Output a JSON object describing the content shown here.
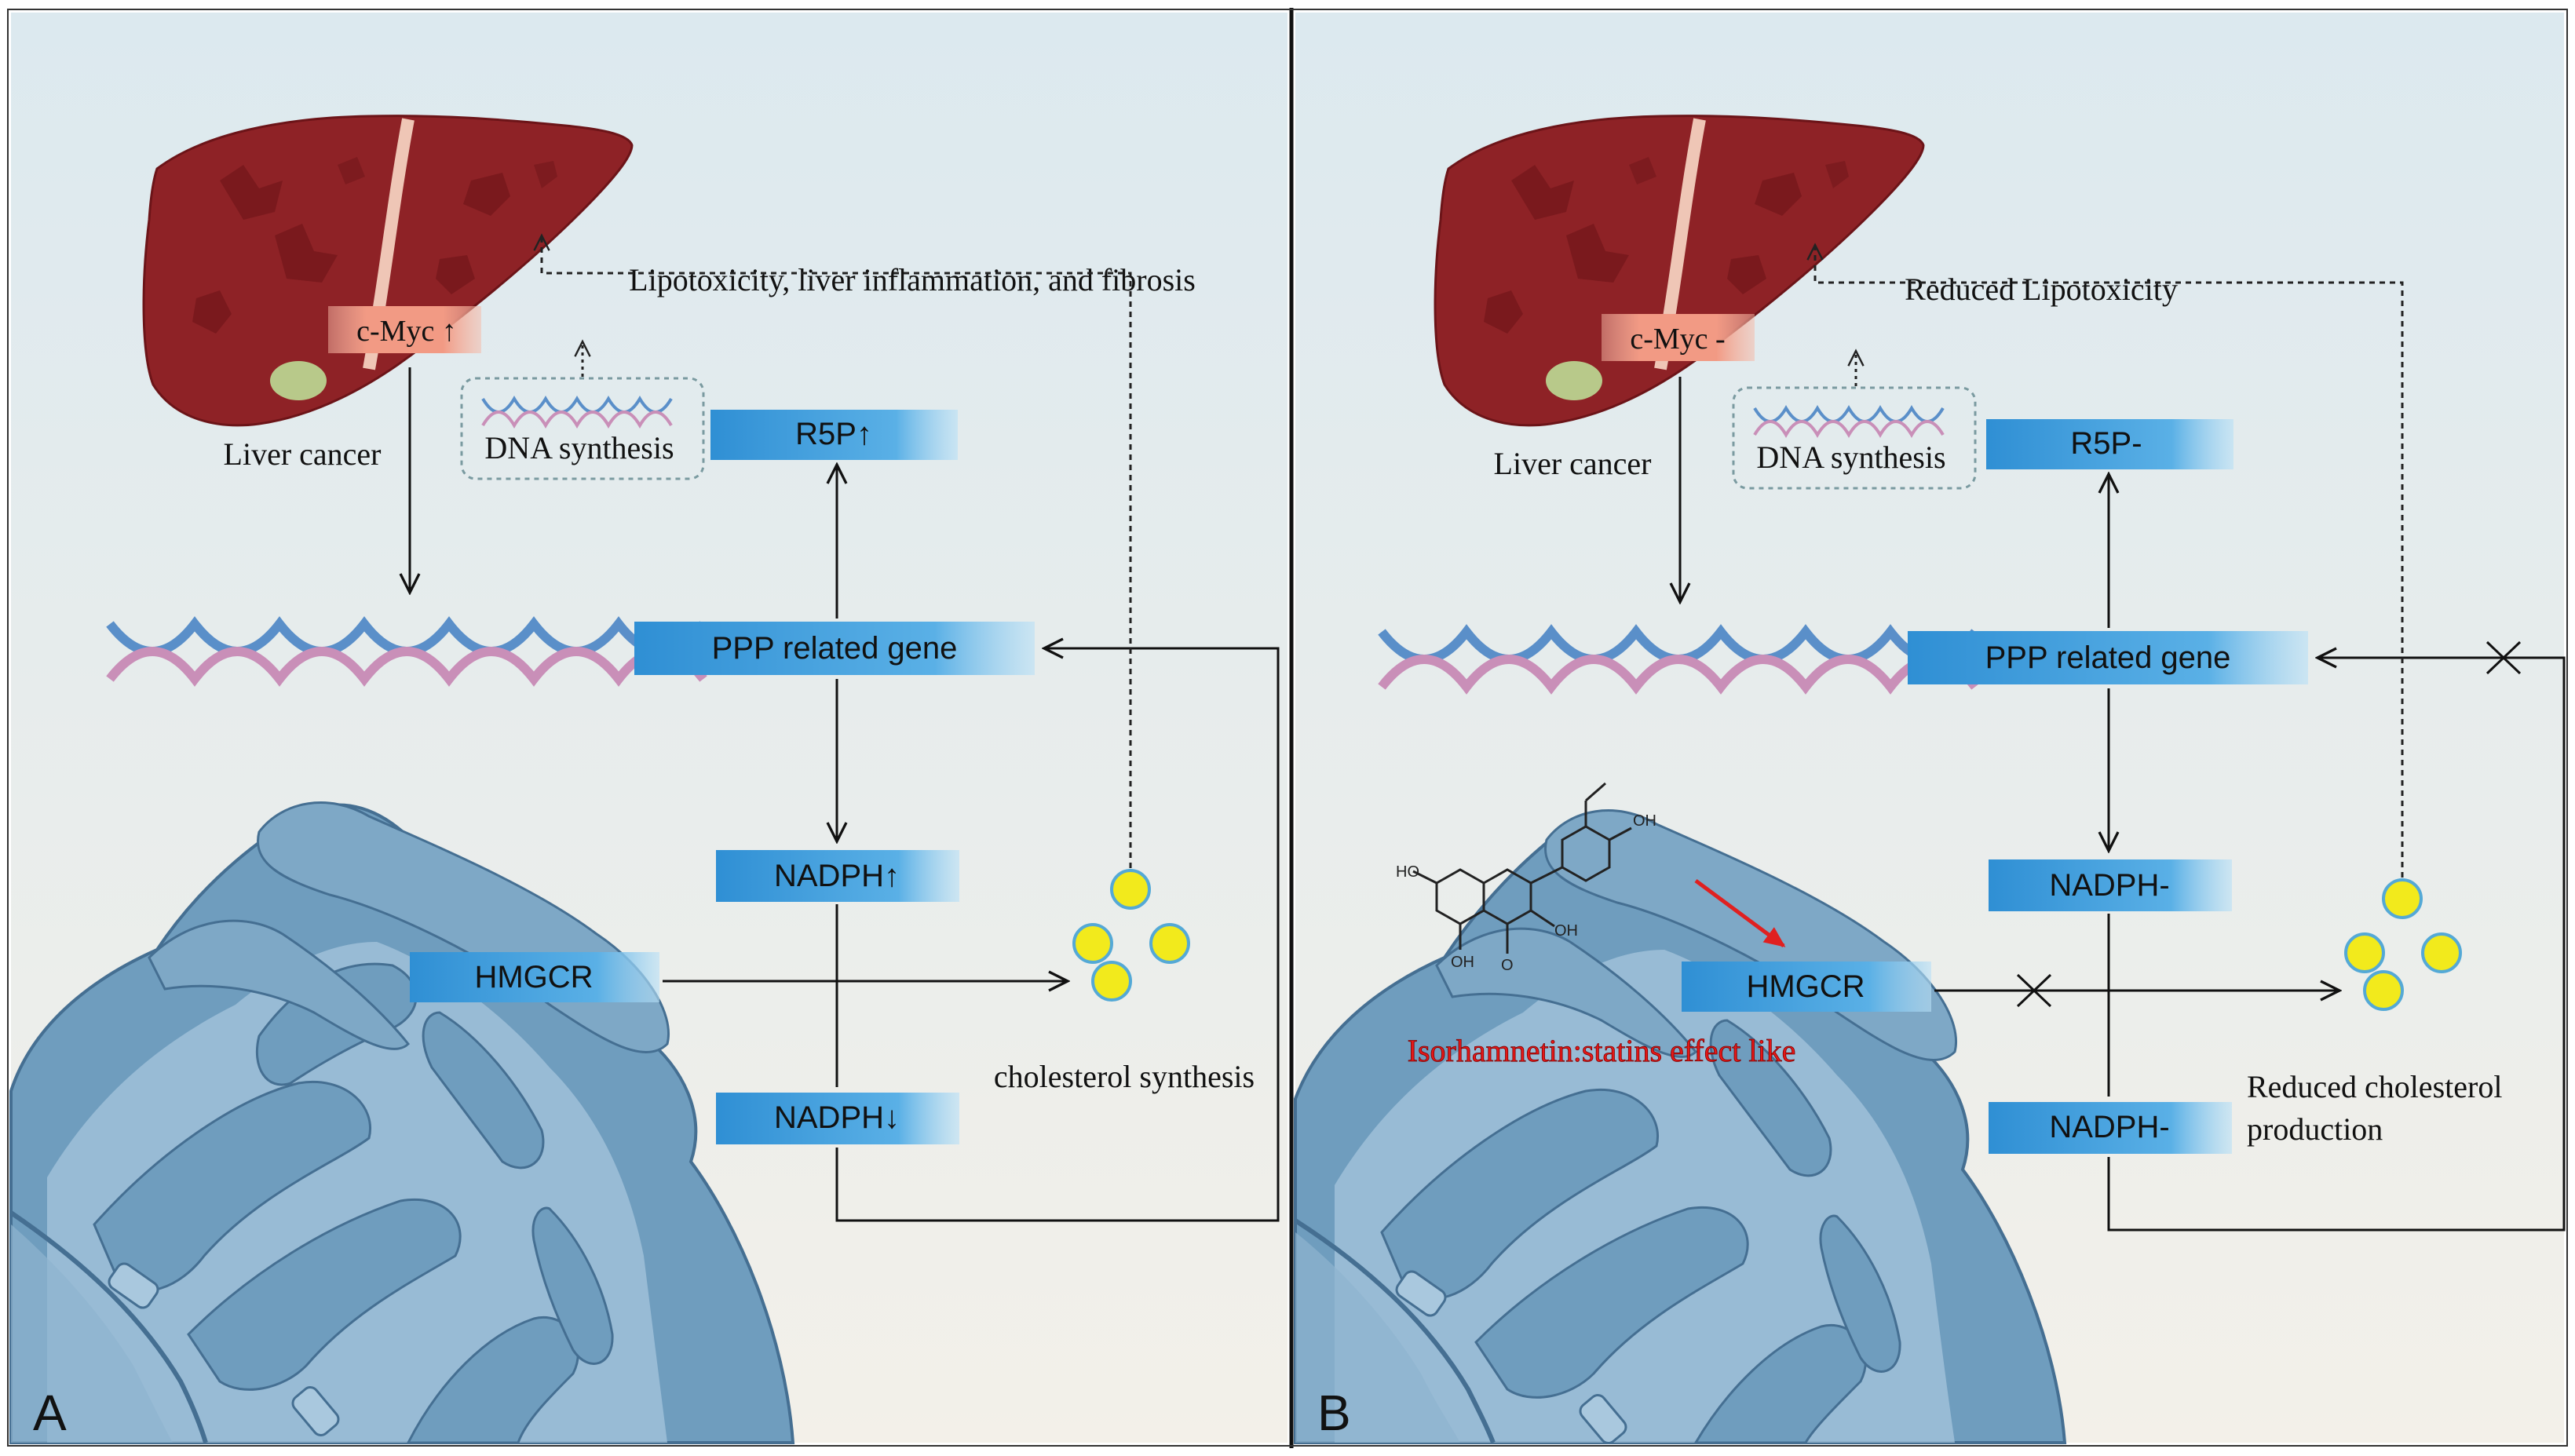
{
  "colors": {
    "bg_top": "#dce9ef",
    "bg_bottom": "#f3f0e9",
    "liver": "#8e2226",
    "liver_dark": "#6c1418",
    "liver_highlight": "#b5494a",
    "mito": "#6f9dbe",
    "mito_light": "#a9c8de",
    "mito_dark": "#3f6f93",
    "box_blue": "#3e9ad8",
    "box_blue_light": "#a9d6f2",
    "cmyc_box": "#f09a86",
    "dna_blue": "#5a8fc9",
    "dna_pink": "#c98fb8",
    "cholesterol": "#f2ea1c",
    "cholesterol_ring": "#54a9d6",
    "red_arrow": "#e02020",
    "red_text": "#e51717"
  },
  "panel_a": {
    "letter": "A",
    "cmyc": "c-Myc ↑",
    "liver_cancer": "Liver cancer",
    "dna_synthesis": "DNA synthesis",
    "lipotoxicity": "Lipotoxicity, liver inflammation, and fibrosis",
    "r5p": "R5P↑",
    "ppp": "PPP related gene",
    "nadph_up": "NADPH↑",
    "hmgcr": "HMGCR",
    "nadph_down": "NADPH↓",
    "cholesterol": "cholesterol synthesis"
  },
  "panel_b": {
    "letter": "B",
    "cmyc": "c-Myc -",
    "liver_cancer": "Liver cancer",
    "dna_synthesis": "DNA synthesis",
    "lipotoxicity": "Reduced Lipotoxicity",
    "r5p": "R5P-",
    "ppp": "PPP related gene",
    "nadph_up": "NADPH-",
    "hmgcr": "HMGCR",
    "nadph_down": "NADPH-",
    "cholesterol_line1": "Reduced cholesterol",
    "cholesterol_line2": "production",
    "drug": "Isorhamnetin:statins effect like",
    "chem_ho": "HO",
    "chem_oh": "OH",
    "chem_o": "O"
  }
}
